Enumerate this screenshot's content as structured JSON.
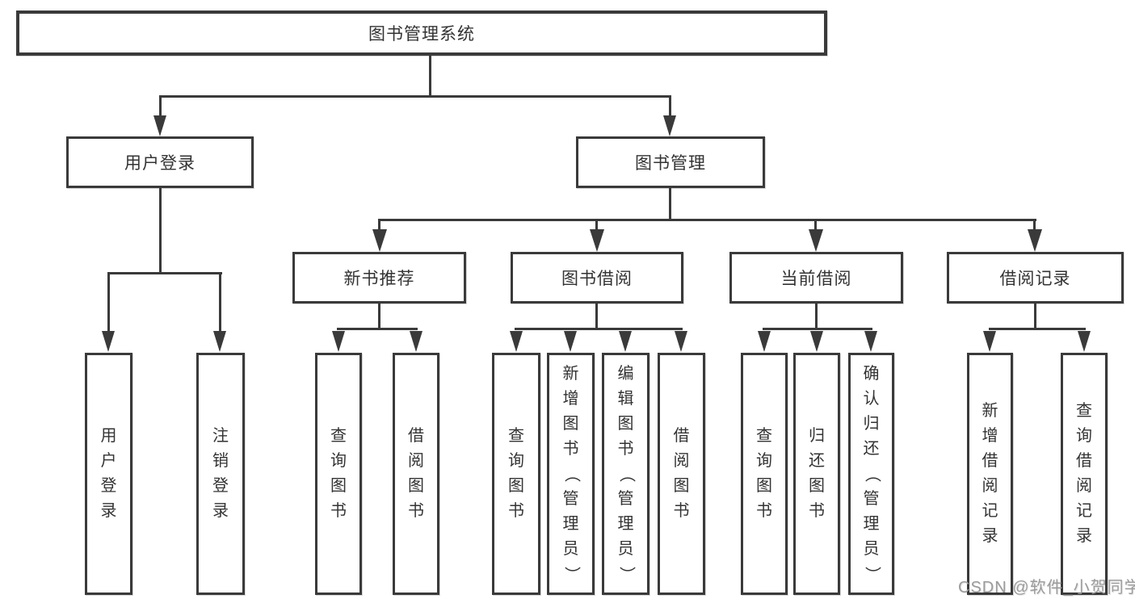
{
  "title_box": "图书管理系统",
  "branches": [
    {
      "label": "用户登录",
      "children": [
        {
          "label": "用户登录"
        },
        {
          "label": "注销登录"
        }
      ]
    },
    {
      "label": "图书管理",
      "children": [
        {
          "label": "新书推荐",
          "children": [
            {
              "label": "查询图书"
            },
            {
              "label": "借阅图书"
            }
          ]
        },
        {
          "label": "图书借阅",
          "children": [
            {
              "label": "查询图书"
            },
            {
              "label": "新增图书（管理员）"
            },
            {
              "label": "编辑图书（管理员）"
            },
            {
              "label": "借阅图书"
            }
          ]
        },
        {
          "label": "当前借阅",
          "children": [
            {
              "label": "查询图书"
            },
            {
              "label": "归还图书"
            },
            {
              "label": "确认归还（管理员）"
            }
          ]
        },
        {
          "label": "借阅记录",
          "children": [
            {
              "label": "新增借阅记录"
            },
            {
              "label": "查询借阅记录"
            }
          ]
        }
      ]
    }
  ],
  "watermark": "CSDN @软件_小贺同学"
}
